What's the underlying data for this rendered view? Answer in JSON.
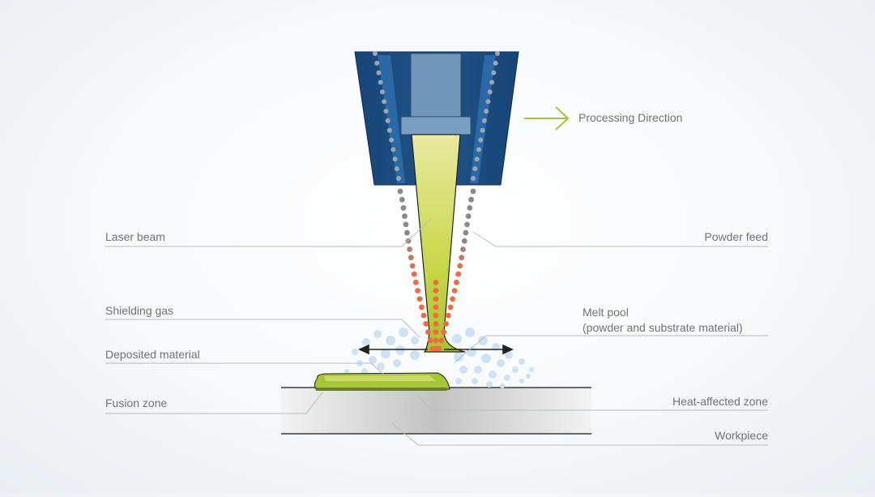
{
  "labels": {
    "processing_direction": "Processing Direction",
    "laser_beam": "Laser beam",
    "powder_feed": "Powder feed",
    "shielding_gas": "Shielding gas",
    "melt_pool_line1": "Melt pool",
    "melt_pool_line2": "(powder and substrate material)",
    "deposited_material": "Deposited material",
    "fusion_zone": "Fusion zone",
    "heat_affected_zone": "Heat-affected zone",
    "workpiece": "Workpiece"
  },
  "colors": {
    "nozzle_dark": "#1d4f82",
    "nozzle_light": "#2d6aa3",
    "laser_tube": "#7096b8",
    "laser_beam": "#c4d64a",
    "deposit": "#a4c639",
    "powder_hot": "#f26a3e",
    "powder_cool": "#8a8a8a",
    "gas_bubbles": "#cde3f5",
    "leader_lines": "#b8bcc0",
    "arrow_green": "#a8c43a"
  }
}
